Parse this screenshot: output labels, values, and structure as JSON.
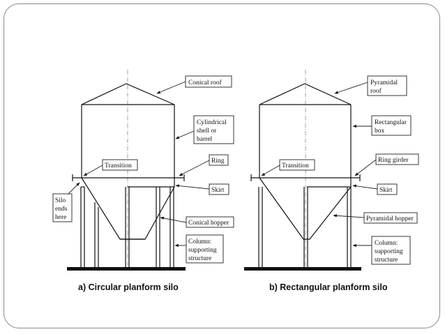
{
  "silo_a": {
    "caption": "a)  Circular planform silo",
    "labels": {
      "roof": "Conical roof",
      "shell": [
        "Cylindrical",
        "shell or",
        "barrel"
      ],
      "transition": "Transition",
      "ring": "Ring",
      "skirt": "Skirt",
      "ends": [
        "Silo",
        "ends",
        "here"
      ],
      "hopper": "Conical hopper",
      "column": [
        "Column:",
        "supporting",
        "structure"
      ]
    }
  },
  "silo_b": {
    "caption": "b)  Rectangular planform silo",
    "labels": {
      "roof": [
        "Pyramidal",
        "roof"
      ],
      "box": [
        "Rectangular",
        "box"
      ],
      "transition": "Transition",
      "ring": "Ring girder",
      "skirt": "Skirt",
      "hopper": "Pyramidal hopper",
      "column": [
        "Column:",
        "supporting",
        "structure"
      ]
    }
  },
  "colors": {
    "line": "#111111",
    "frame": "#8a8a8a"
  }
}
